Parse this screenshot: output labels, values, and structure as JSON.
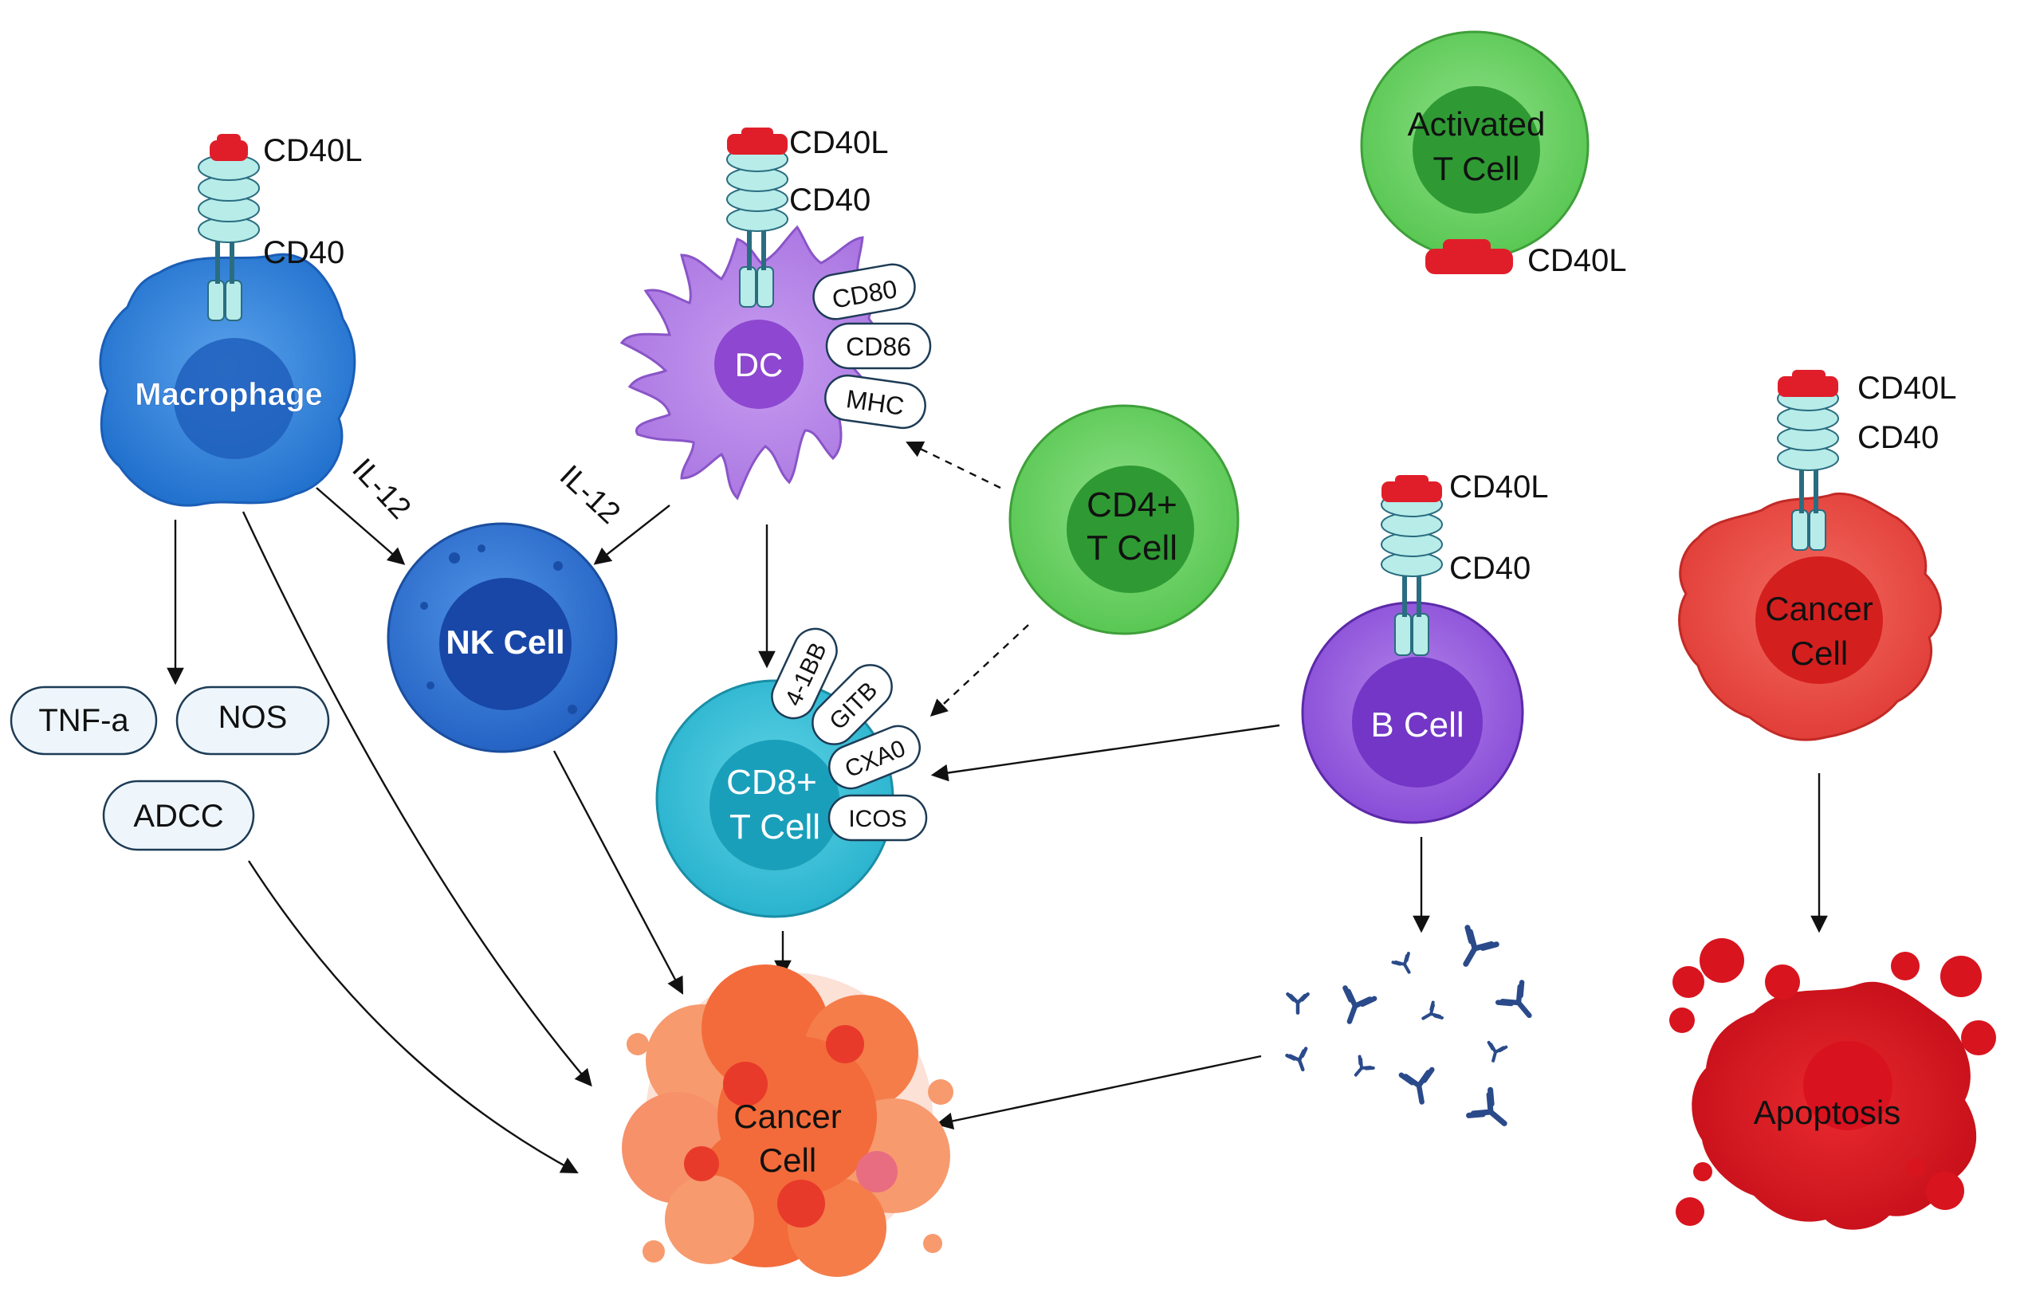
{
  "labels": {
    "macrophage": "Macrophage",
    "dc": "DC",
    "nk_cell": "NK Cell",
    "cd8_l1": "CD8+",
    "cd8_l2": "T Cell",
    "cd4_l1": "CD4+",
    "cd4_l2": "T Cell",
    "b_cell": "B Cell",
    "activated_l1": "Activated",
    "activated_l2": "T Cell",
    "cancer_mid_l1": "Cancer",
    "cancer_mid_l2": "Cell",
    "cancer_right_l1": "Cancer",
    "cancer_right_l2": "Cell",
    "apoptosis": "Apoptosis",
    "il12_a": "IL-12",
    "il12_b": "IL-12"
  },
  "receptors": {
    "cd40l": "CD40L",
    "cd40": "CD40"
  },
  "markers": {
    "dc": [
      "CD80",
      "CD86",
      "MHC"
    ],
    "cd8": [
      "4-1BB",
      "GITB",
      "CXA0",
      "ICOS"
    ]
  },
  "effectors": {
    "tnf": "TNF-a",
    "nos": "NOS",
    "adcc": "ADCC"
  },
  "colors": {
    "macrophage": "#2f7fd8",
    "nk": "#2a6fd0",
    "dc": "#b07ee6",
    "cd8": "#33bfd6",
    "cd4": "#6cd465",
    "bcell": "#9a5ee0",
    "cancer": "#ea4b45",
    "cancer_cluster": "#f36b3a",
    "apoptosis": "#d8141e",
    "cd40l": "#e01e2a",
    "cd40": "#b7ece9",
    "antibody": "#2a4a8a"
  }
}
